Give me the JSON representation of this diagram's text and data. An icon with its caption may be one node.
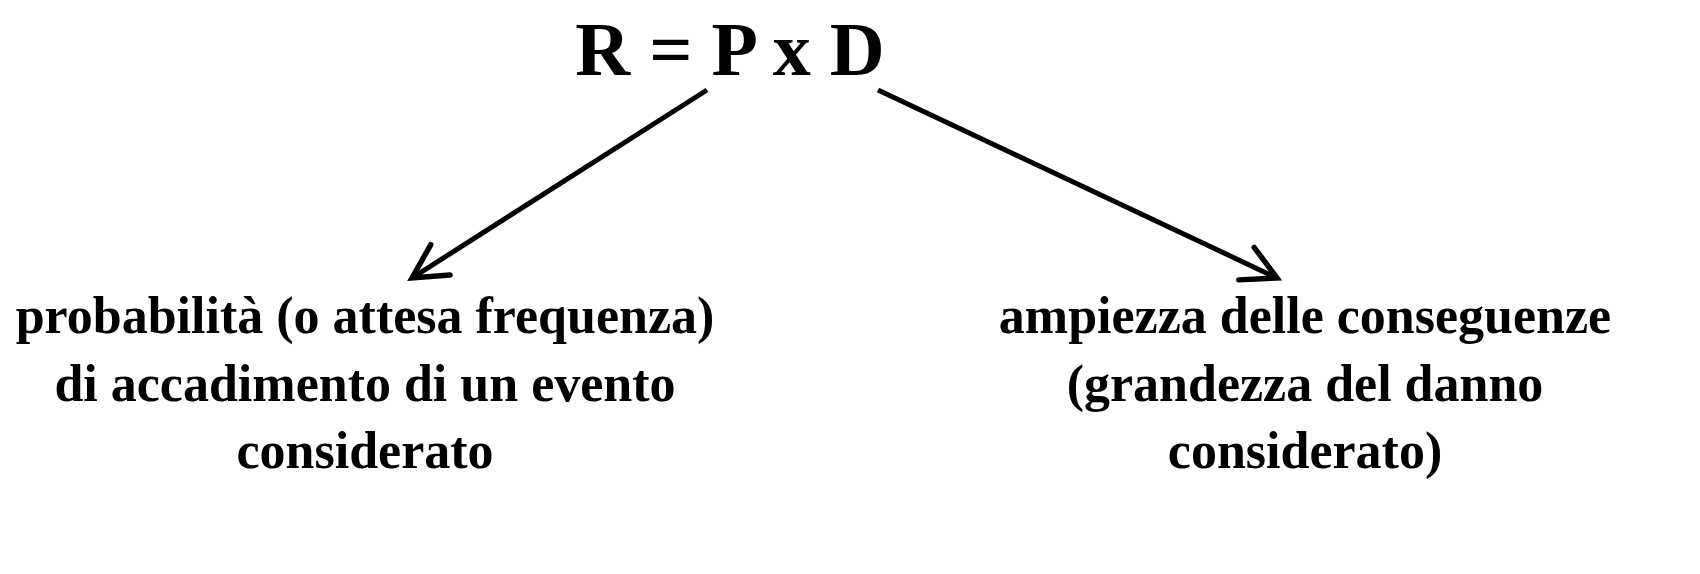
{
  "diagram": {
    "nodes": [
      {
        "text": [
          "R = P x D"
        ]
      },
      {
        "text": [
          "probabilità (o attesa frequenza) di accadimento di un evento considerato"
        ]
      },
      {
        "text": [
          "ampiezza delle conseguenze (grandezza del danno considerato)"
        ]
      }
    ],
    "edges": [
      {
        "from": 0,
        "to": 1,
        "arrow": "to"
      },
      {
        "from": 0,
        "to": 2,
        "arrow": "to"
      }
    ]
  }
}
